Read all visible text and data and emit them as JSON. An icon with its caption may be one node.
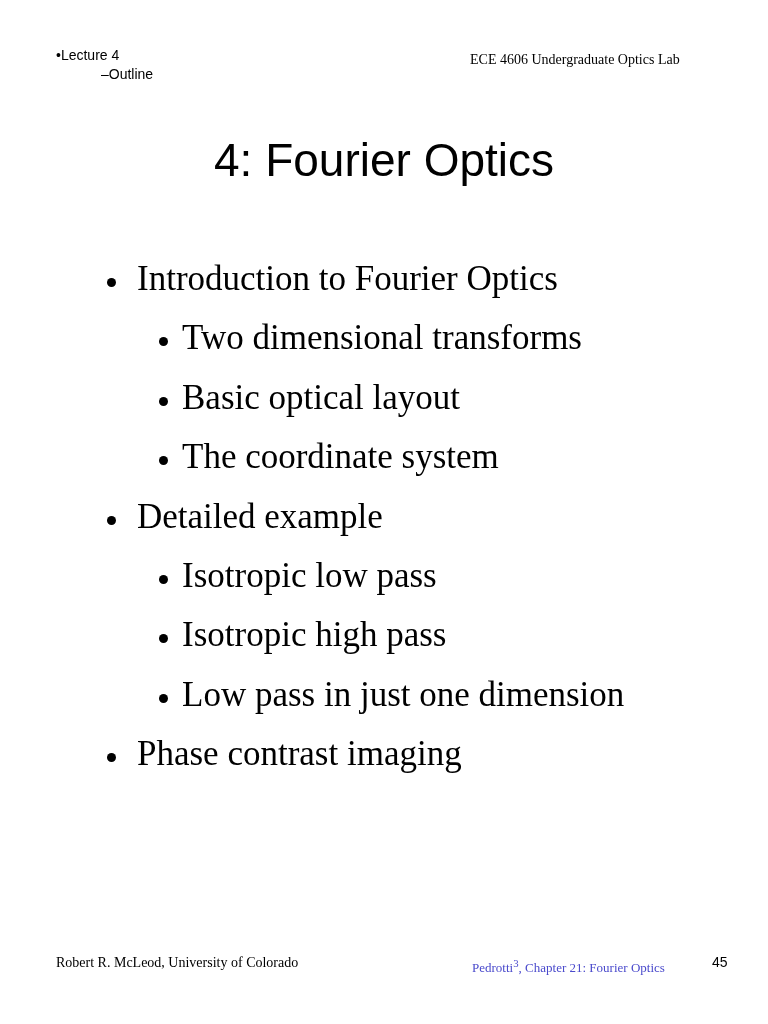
{
  "diagram": {
    "title": "4: Fourier Optics",
    "labels": [
      "•Lecture 4",
      "–Outline",
      "ECE 4606 Undergraduate Optics Lab",
      "Introduction to Fourier Optics",
      "Two dimensional transforms",
      "Basic optical layout",
      "The coordinate system",
      "Detailed example",
      "Isotropic low pass",
      "Isotropic high pass",
      "Low pass in just one dimension",
      "Phase contrast imaging",
      "Robert R. McLeod, University of Colorado",
      "Pedrotti$^{3}$, Chapter 21: Fourier Optics",
      "45"
    ]
  }
}
